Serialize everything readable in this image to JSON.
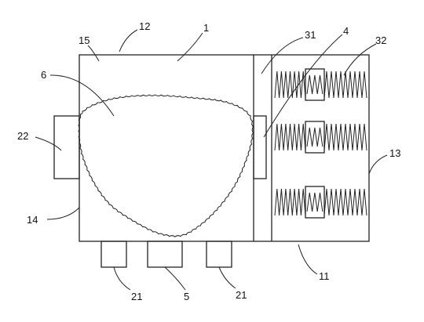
{
  "labels": {
    "housing": "1",
    "bottom_side": "11",
    "top_side": "12",
    "right_side": "13",
    "left_side": "14",
    "corner": "15",
    "feet": "21",
    "side_tab": "22",
    "partition": "31",
    "springs": "32",
    "right_tab": "4",
    "center_block": "5",
    "blob": "6"
  },
  "colors": {
    "line": "#222222",
    "background": "#ffffff"
  }
}
